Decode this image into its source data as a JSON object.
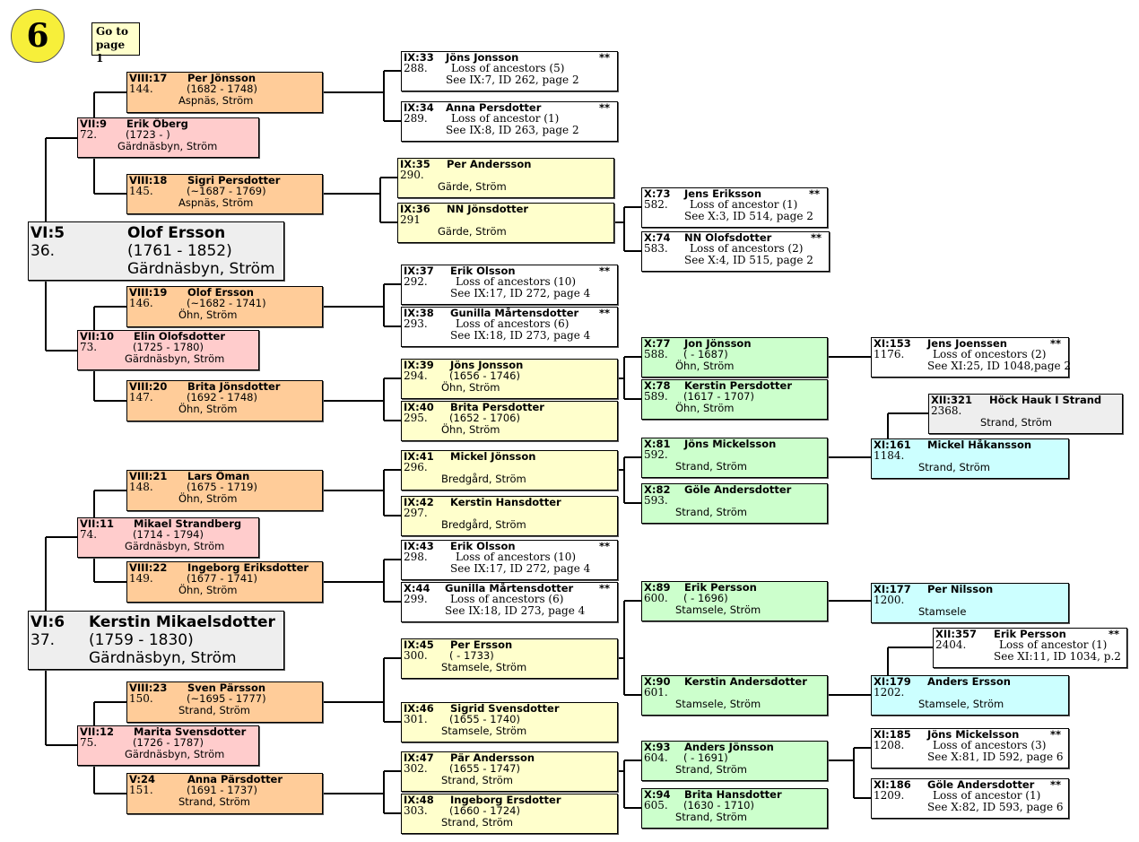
{
  "page_badge": "6",
  "goto_link": "Go to page 1",
  "colors": {
    "orange": "#ffcc99",
    "pink": "#ffcccc",
    "yellow": "#ffffcc",
    "white": "#ffffff",
    "green": "#ccffcc",
    "cyan": "#ccffff",
    "grey": "#eeeeee"
  },
  "persons": [
    {
      "id": "VI:5",
      "name": "Olof Ersson",
      "no": "36.",
      "dates": "(1761 - 1852)",
      "place": "Gärdnäsbyn, Ström",
      "color": "grey"
    },
    {
      "id": "VII:9",
      "name": "Erik Öberg",
      "no": "72.",
      "dates": "(1723 - )",
      "place": "Gärdnäsbyn,  Ström",
      "color": "pink"
    },
    {
      "id": "VII:10",
      "name": "Elin Olofsdotter",
      "no": "73.",
      "dates": "(1725 - 1780)",
      "place": "Gärdnäsbyn, Ström",
      "color": "pink"
    },
    {
      "id": "VIII:17",
      "name": "Per Jönsson",
      "no": "144.",
      "dates": "(1682 - 1748)",
      "place": "Aspnäs, Ström",
      "color": "orange"
    },
    {
      "id": "VIII:18",
      "name": "Sigri Persdotter",
      "no": "145.",
      "dates": "(~1687 - 1769)",
      "place": "Aspnäs, Ström",
      "color": "orange"
    },
    {
      "id": "VIII:19",
      "name": "Olof Ersson",
      "no": "146.",
      "dates": "(~1682 - 1741)",
      "place": "Öhn, Ström",
      "color": "orange"
    },
    {
      "id": "VIII:20",
      "name": "Brita Jönsdotter",
      "no": "147.",
      "dates": "(1692 - 1748)",
      "place": "Öhn, Ström",
      "color": "orange"
    },
    {
      "id": "IX:33",
      "name": "Jöns Jonsson",
      "no": "288.",
      "note": "Loss of ancestors (5)",
      "see": "See IX:7, ID 262, page 2",
      "stars": "**",
      "color": "white"
    },
    {
      "id": "IX:34",
      "name": "Anna Persdotter",
      "no": "289.",
      "note": "Loss of ancestor (1)",
      "see": "See IX:8, ID 263, page 2",
      "stars": "**",
      "color": "white"
    },
    {
      "id": "IX:35",
      "name": "Per Andersson",
      "no": "290.",
      "place": "Gärde, Ström",
      "color": "yellow"
    },
    {
      "id": "IX:36",
      "name": "NN Jönsdotter",
      "no": "291",
      "place": "Gärde, Ström",
      "color": "yellow"
    },
    {
      "id": "IX:37",
      "name": "Erik Olsson",
      "no": "292.",
      "note": "Loss of ancestors (10)",
      "see": "See IX:17, ID 272, page 4",
      "stars": "**",
      "color": "white"
    },
    {
      "id": "IX:38",
      "name": "Gunilla Mårtensdotter",
      "no": "293.",
      "note": "Loss of ancestors (6)",
      "see": "See IX:18, ID 273, page 4",
      "stars": "**",
      "color": "white"
    },
    {
      "id": "IX:39",
      "name": "Jöns Jonsson",
      "no": "294.",
      "dates": "(1656 - 1746)",
      "place": "Öhn, Ström",
      "color": "yellow"
    },
    {
      "id": "IX:40",
      "name": "Brita Persdotter",
      "no": "295.",
      "dates": "(1652 - 1706)",
      "place": "Öhn, Ström",
      "color": "yellow"
    },
    {
      "id": "X:73",
      "name": "Jens Eriksson",
      "no": "582.",
      "note": "Loss of ancestor (1)",
      "see": "See X:3, ID 514, page 2",
      "stars": "**",
      "color": "white"
    },
    {
      "id": "X:74",
      "name": "NN Olofsdotter",
      "no": "583.",
      "note": "Loss of ancestors (2)",
      "see": "See X:4, ID 515, page 2",
      "stars": "**",
      "color": "white"
    },
    {
      "id": "X:77",
      "name": "Jon Jönsson",
      "no": "588.",
      "dates": "( - 1687)",
      "place": "Öhn, Ström",
      "color": "green"
    },
    {
      "id": "X:78",
      "name": "Kerstin Persdotter",
      "no": "589.",
      "dates": "(1617 - 1707)",
      "place": "Öhn, Ström",
      "color": "green"
    },
    {
      "id": "XI:153",
      "name": "Jens Joenssen",
      "no": "1176.",
      "note": "Loss of oncestors (2)",
      "see": "See XI:25, ID 1048,page 2",
      "stars": "**",
      "color": "white"
    },
    {
      "id": "VI:6",
      "name": "Kerstin Mikaelsdotter",
      "no": "37.",
      "dates": "(1759 - 1830)",
      "place": "Gärdnäsbyn, Ström",
      "color": "grey"
    },
    {
      "id": "VII:11",
      "name": "Mikael Strandberg",
      "no": "74.",
      "dates": "(1714 - 1794)",
      "place": "Gärdnäsbyn, Ström",
      "color": "pink"
    },
    {
      "id": "VII:12",
      "name": "Marita Svensdotter",
      "no": "75.",
      "dates": "(1726 - 1787)",
      "place": "Gärdnäsbyn, Ström",
      "color": "pink"
    },
    {
      "id": "VIII:21",
      "name": "Lars Öman",
      "no": "148.",
      "dates": "(1675 - 1719)",
      "place": "Öhn, Ström",
      "color": "orange"
    },
    {
      "id": "VIII:22",
      "name": "Ingeborg Eriksdotter",
      "no": "149.",
      "dates": "(1677 - 1741)",
      "place": "Öhn, Ström",
      "color": "orange"
    },
    {
      "id": "VIII:23",
      "name": "Sven Pärsson",
      "no": "150.",
      "dates": "(~1695 - 1777)",
      "place": "Strand, Ström",
      "color": "orange"
    },
    {
      "id": "V:24",
      "name": "Anna Pärsdotter",
      "no": "151.",
      "dates": "(1691 - 1737)",
      "place": "Strand, Ström",
      "color": "orange"
    },
    {
      "id": "IX:41",
      "name": "Mickel Jönsson",
      "no": "296.",
      "place": "Bredgård, Ström",
      "color": "yellow"
    },
    {
      "id": "IX:42",
      "name": "Kerstin Hansdotter",
      "no": "297.",
      "place": "Bredgård, Ström",
      "color": "yellow"
    },
    {
      "id": "IX:43",
      "name": "Erik Olsson",
      "no": "298.",
      "note": "Loss of ancestors  (10)",
      "see": "See IX:17, ID 272, page 4",
      "stars": "**",
      "color": "white"
    },
    {
      "id": "X:44",
      "name": "Gunilla Mårtensdotter",
      "no": "299.",
      "note": "Loss of ancestors (6)",
      "see": "See IX:18, ID 273, page 4",
      "stars": "**",
      "color": "white"
    },
    {
      "id": "IX:45",
      "name": "Per Ersson",
      "no": "300.",
      "dates": "( - 1733)",
      "place": "Stamsele, Ström",
      "color": "yellow"
    },
    {
      "id": "IX:46",
      "name": "Sigrid Svensdotter",
      "no": "301.",
      "dates": "(1655 - 1740)",
      "place": "Stamsele, Ström",
      "color": "yellow"
    },
    {
      "id": "IX:47",
      "name": "Pär Andersson",
      "no": "302.",
      "dates": "(1655 - 1747)",
      "place": "Strand, Ström",
      "color": "yellow"
    },
    {
      "id": "IX:48",
      "name": "Ingeborg Ersdotter",
      "no": "303.",
      "dates": "(1660 - 1724)",
      "place": "Strand, Ström",
      "color": "yellow"
    },
    {
      "id": "X:81",
      "name": "Jöns Mickelsson",
      "no": "592.",
      "place": "Strand, Ström",
      "color": "green"
    },
    {
      "id": "X:82",
      "name": "Göle Andersdotter",
      "no": "593.",
      "place": "Strand, Ström",
      "color": "green"
    },
    {
      "id": "X:89",
      "name": "Erik Persson",
      "no": "600.",
      "dates": "( - 1696)",
      "place": "Stamsele, Ström",
      "color": "green"
    },
    {
      "id": "X:90",
      "name": "Kerstin Andersdotter",
      "no": "601.",
      "place": "Stamsele, Ström",
      "color": "green"
    },
    {
      "id": "X:93",
      "name": "Anders Jönsson",
      "no": "604.",
      "dates": "( - 1691)",
      "place": "Strand, Ström",
      "color": "green"
    },
    {
      "id": "X:94",
      "name": "Brita Hansdotter",
      "no": "605.",
      "dates": "(1630 - 1710)",
      "place": "Strand, Ström",
      "color": "green"
    },
    {
      "id": "XI:161",
      "name": "Mickel Håkansson",
      "no": "1184.",
      "place": "Strand, Ström",
      "color": "cyan"
    },
    {
      "id": "XI:177",
      "name": "Per Nilsson",
      "no": "1200.",
      "place": "Stamsele",
      "color": "cyan"
    },
    {
      "id": "XI:179",
      "name": "Anders Ersson",
      "no": "1202.",
      "place": "Stamsele,  Ström",
      "color": "cyan"
    },
    {
      "id": "XI:185",
      "name": "Jöns Mickelsson",
      "no": "1208.",
      "note": "Loss of ancestors (3)",
      "see": "See X:81, ID 592, page 6",
      "stars": "**",
      "color": "white"
    },
    {
      "id": "XI:186",
      "name": "Göle Andersdotter",
      "no": "1209.",
      "note": "Loss of ancestor (1)",
      "see": "See X:82, ID 593, page 6",
      "stars": "**",
      "color": "white"
    },
    {
      "id": "XII:321",
      "name": "Höck Hauk I Strand",
      "no": "2368.",
      "place": "Strand, Ström",
      "color": "grey"
    },
    {
      "id": "XII:357",
      "name": "Erik Persson",
      "no": "2404.",
      "note": "Loss of ancestor (1)",
      "see": "See XI:11, ID 1034, p.2",
      "stars": "**",
      "color": "white"
    }
  ]
}
